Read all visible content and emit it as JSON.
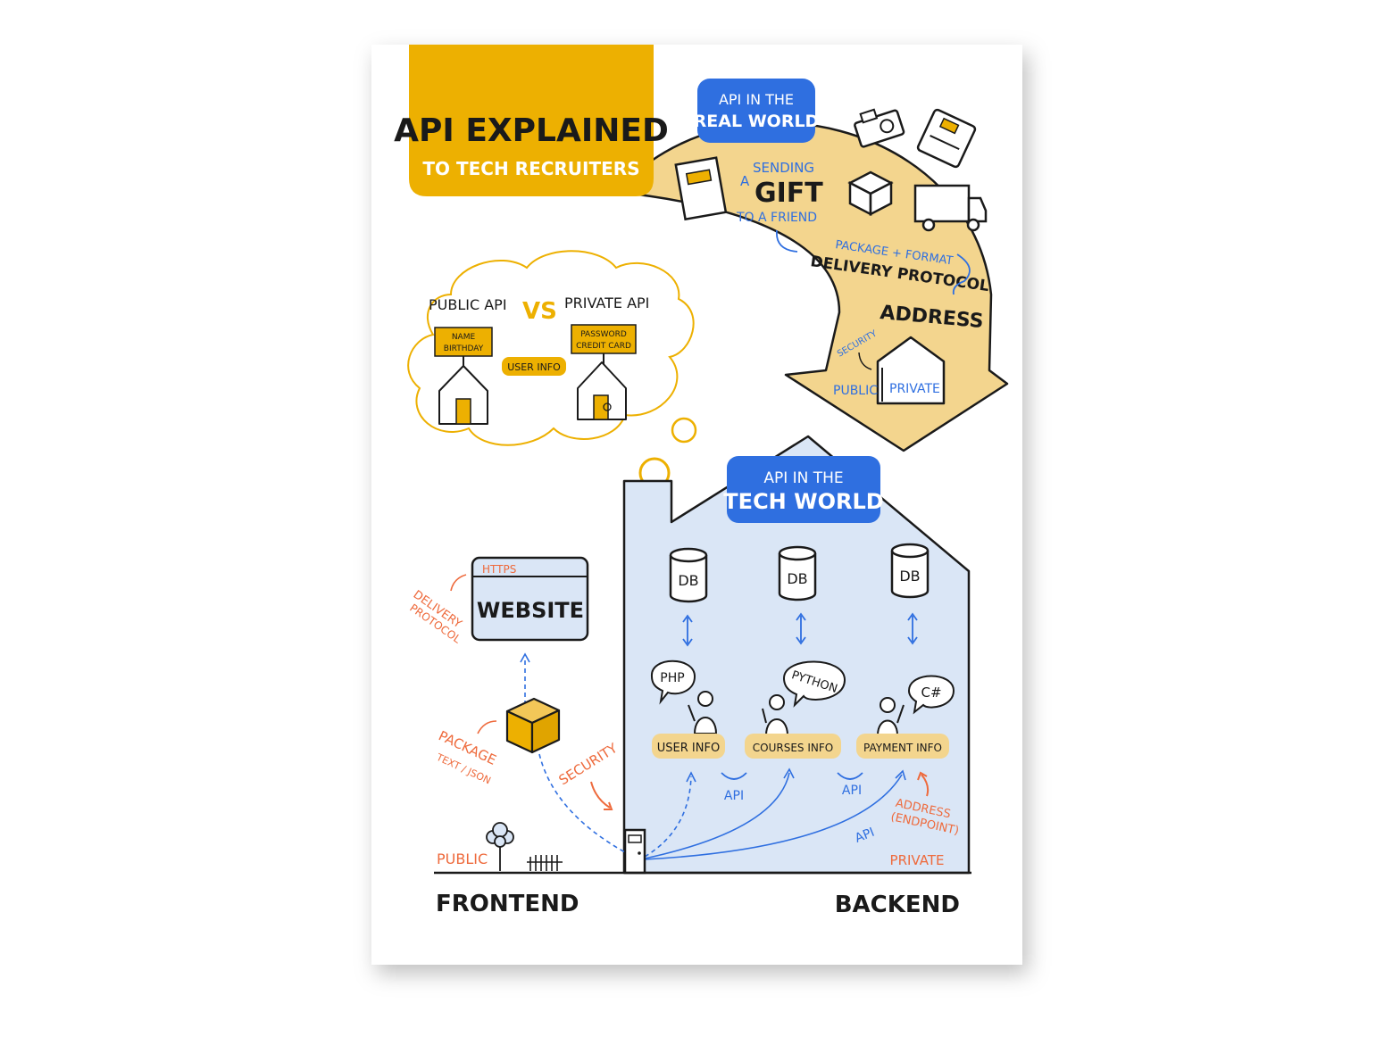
{
  "title": {
    "main": "API EXPLAINED",
    "sub": "TO TECH RECRUITERS"
  },
  "real_world": {
    "badge_line1": "API IN THE",
    "badge_line2": "REAL WORLD",
    "sending": "SENDING",
    "a": "A",
    "gift": "GIFT",
    "to_friend": "TO A FRIEND",
    "package_format": "PACKAGE + FORMAT",
    "delivery_protocol": "DELIVERY PROTOCOL",
    "address": "ADDRESS",
    "security": "SECURITY",
    "public": "PUBLIC",
    "private": "PRIVATE"
  },
  "compare": {
    "public_api": "PUBLIC API",
    "vs": "VS",
    "private_api": "PRIVATE API",
    "public_sign_line1": "NAME",
    "public_sign_line2": "BIRTHDAY",
    "private_sign_line1": "PASSWORD",
    "private_sign_line2": "CREDIT CARD",
    "user_info": "USER INFO"
  },
  "tech_world": {
    "badge_line1": "API IN THE",
    "badge_line2": "TECH WORLD",
    "db_label": "DB",
    "languages": [
      "PHP",
      "PYTHON",
      "C#"
    ],
    "services": [
      "USER INFO",
      "COURSES INFO",
      "PAYMENT INFO"
    ],
    "api": "API",
    "address_line1": "ADDRESS",
    "address_line2": "(ENDPOINT)",
    "private": "PRIVATE"
  },
  "frontend": {
    "https": "HTTPS",
    "website": "WEBSITE",
    "delivery_line1": "DELIVERY",
    "delivery_line2": "PROTOCOL",
    "package": "PACKAGE",
    "package_sub": "TEXT / JSON",
    "security": "SECURITY",
    "public": "PUBLIC"
  },
  "footer": {
    "frontend": "FRONTEND",
    "backend": "BACKEND"
  },
  "colors": {
    "yellow": "#edb001",
    "light_yellow": "#f3d58e",
    "blue": "#2f6fe0",
    "light_blue": "#dae6f6",
    "orange": "#ee6a3c",
    "ink": "#1a1a1a"
  }
}
